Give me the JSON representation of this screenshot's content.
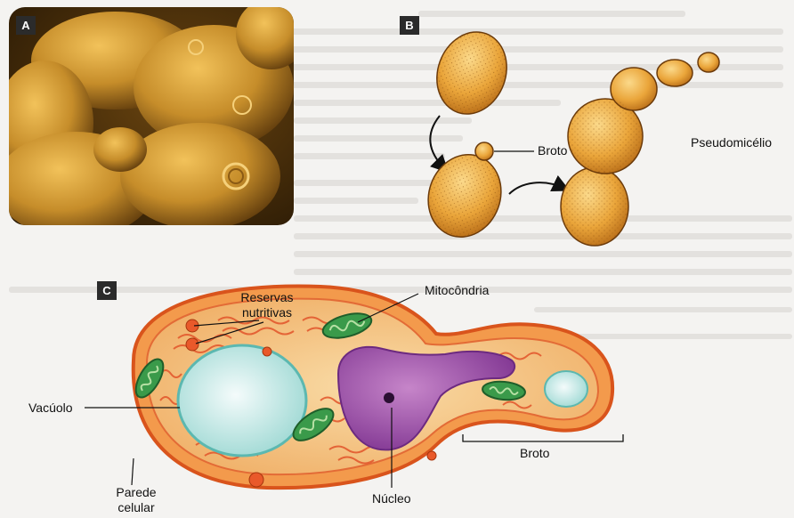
{
  "panels": {
    "a": {
      "badge": "A"
    },
    "b": {
      "badge": "B",
      "labels": {
        "bud": "Broto",
        "pseudomycelium": "Pseudomicélio"
      }
    },
    "c": {
      "badge": "C",
      "labels": {
        "reserves_line1": "Reservas",
        "reserves_line2": "nutritivas",
        "mitochondria": "Mitocôndria",
        "vacuole": "Vacúolo",
        "cell_wall_line1": "Parede",
        "cell_wall_line2": "celular",
        "nucleus": "Núcleo",
        "bud": "Broto"
      }
    }
  },
  "colors": {
    "yeast_orange": "#e8a33c",
    "sem_gold": "#b78324",
    "membrane_red": "#e2542a",
    "cytoplasm": "#f6c98f",
    "vacuole": "#d9f2f0",
    "mitochondria_green": "#3a9a4a",
    "nucleus_purple": "#9a4ea6"
  }
}
